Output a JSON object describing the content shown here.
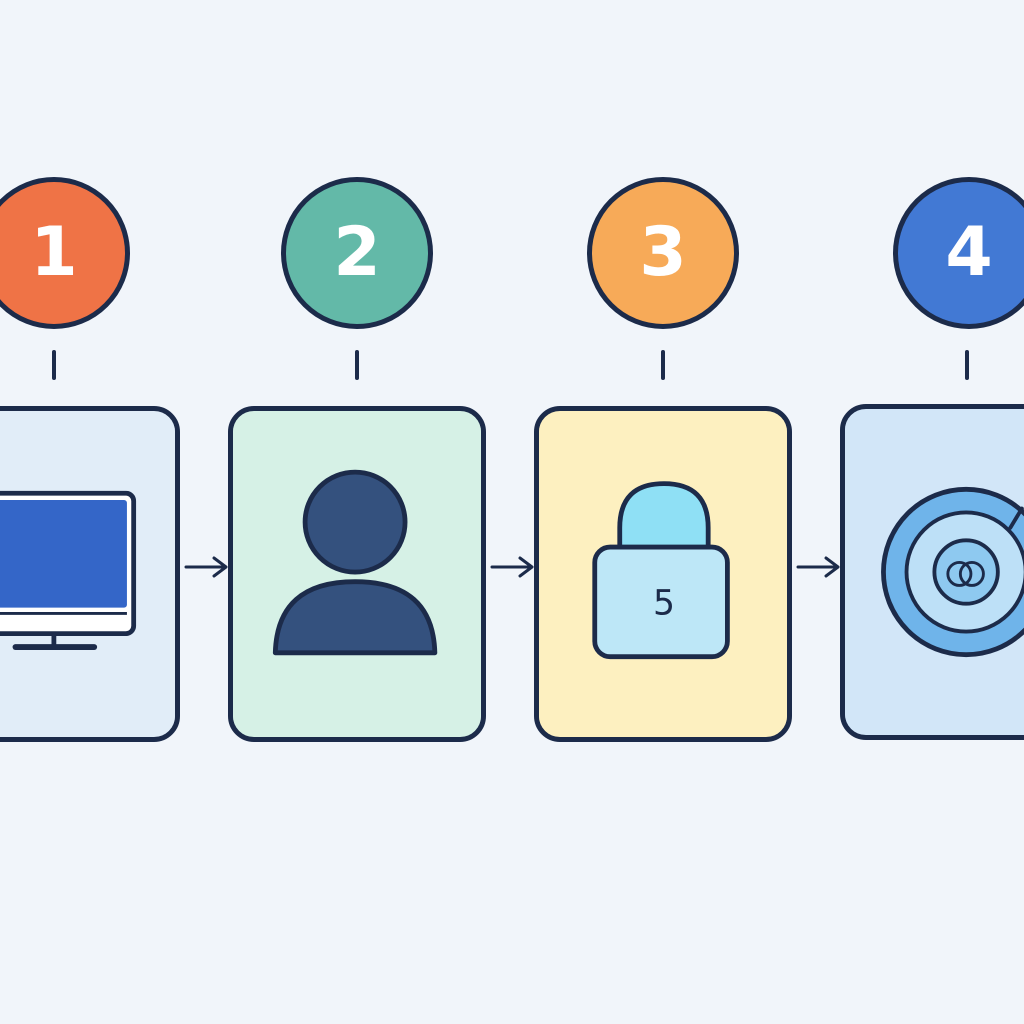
{
  "steps": [
    {
      "number": "1",
      "color": "#ef7346",
      "card_color": "#e1edf8",
      "icon": "computer-monitor-icon"
    },
    {
      "number": "2",
      "color": "#63b9a8",
      "card_color": "#d6f1e6",
      "icon": "user-icon"
    },
    {
      "number": "3",
      "color": "#f7aa58",
      "card_color": "#fdf0c0",
      "icon": "padlock-icon"
    },
    {
      "number": "4",
      "color": "#4279d4",
      "card_color": "#d2e6f8",
      "icon": "target-icon"
    }
  ],
  "lock": {
    "digit": "5"
  },
  "colors": {
    "background": "#f1f5fa",
    "outline": "#1c2b4a",
    "monitor_screen": "#3466c8",
    "user_figure": "#34517e",
    "lock_body": "#bde7f7",
    "target_ring": "#6fb4ea"
  }
}
